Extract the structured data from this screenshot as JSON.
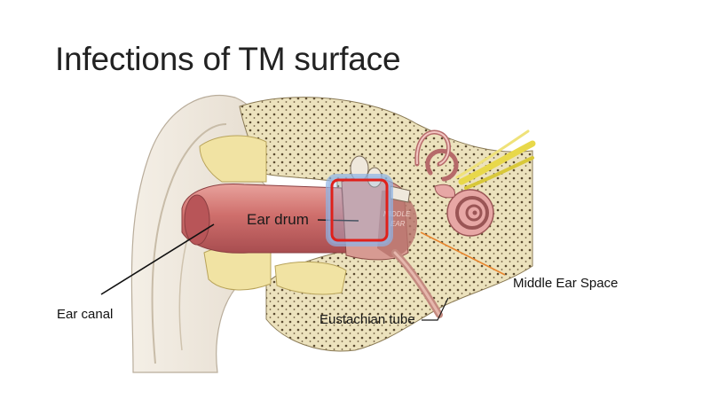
{
  "slide": {
    "title": "Infections of TM surface"
  },
  "diagram": {
    "ear_drum_label": "Ear drum",
    "eustachian_label": "Eustachian tube",
    "middle_ear_faint_line1": "MIDDLE",
    "middle_ear_faint_line2": "EAR"
  },
  "callouts": {
    "ear_canal": "Ear canal",
    "middle_ear_space": "Middle Ear Space"
  },
  "colors": {
    "highlight_box": "#e0201a",
    "highlight_glow": "#8fb4e6",
    "middle_ear_arrow": "#e8862f",
    "canal_arrow": "#111111",
    "bone": "#e9dcb0",
    "canal": "#c9686a",
    "nerve": "#e8d84a"
  }
}
